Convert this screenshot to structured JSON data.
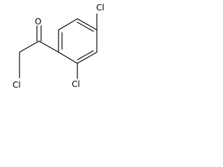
{
  "molecule": {
    "atoms": {
      "carbonyl_oxygen": "O",
      "chloromethyl_chlorine": "Cl",
      "ring_chlorine_top": "Cl",
      "ring_chlorine_bottom": "Cl"
    }
  },
  "colors": {
    "bond": "#000000",
    "label": "#000000",
    "background": "#ffffff"
  }
}
